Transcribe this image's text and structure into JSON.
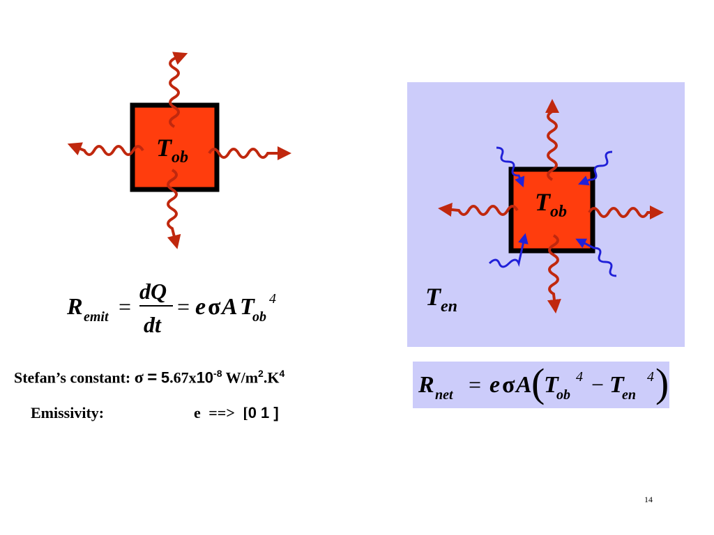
{
  "left_figure": {
    "label_main": "T",
    "label_sub": "ob"
  },
  "right_figure": {
    "label_main": "T",
    "label_sub": "ob",
    "env_main": "T",
    "env_sub": "en"
  },
  "eq_emit": {
    "R": "R",
    "R_sub": "emit",
    "eq1": "=",
    "num": "dQ",
    "den": "dt",
    "eq2": "=",
    "e": "e",
    "sigma": "σ",
    "A": "A",
    "T": "T",
    "T_sub": "ob",
    "power": "4"
  },
  "eq_net": {
    "R": "R",
    "R_sub": "net",
    "eq": "=",
    "e": "e",
    "sigma": "σ",
    "A": "A",
    "lparen": "(",
    "T1": "T",
    "T1_sub": "ob",
    "p1": "4",
    "minus": "−",
    "T2": "T",
    "T2_sub": "en",
    "p2": "4",
    "rparen": ")"
  },
  "stefan": {
    "label": "Stefan’s constant:",
    "sigma": "σ",
    "equals": "=",
    "value_5": "5",
    "value_rest": ".67x",
    "ten": "10",
    "exp": "-8",
    "unit_wm": " W/m",
    "unit_sq": "2",
    "unit_k": ".K",
    "unit_k4": "4"
  },
  "emissivity": {
    "label": "Emissivity:",
    "e": "e",
    "arrow": "==>",
    "lbracket": "[",
    "range": "0 1 ]"
  },
  "page_number": "14",
  "colors": {
    "square_fill": "#ff3d0d",
    "square_border": "#000000",
    "wave_red": "#c0280e",
    "wave_blue": "#2020d8",
    "env_bg": "#ccccfa",
    "net_box_bg": "#ccccfa"
  }
}
